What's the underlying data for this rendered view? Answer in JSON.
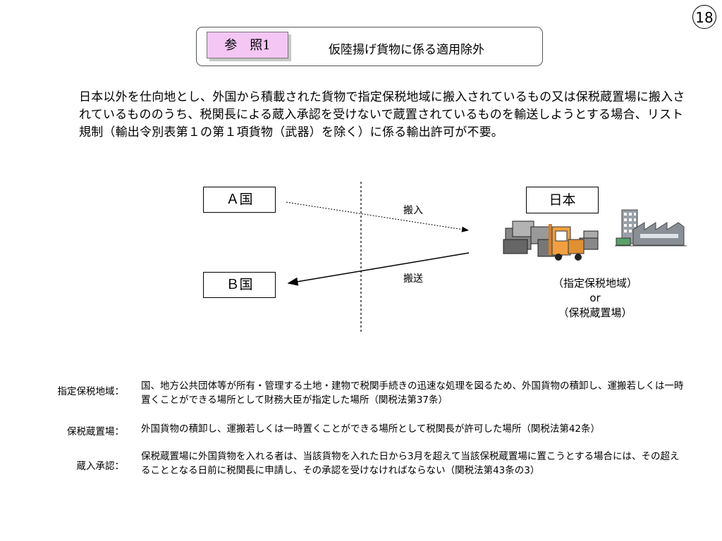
{
  "page_number": "18",
  "header": {
    "ref_label": "参　照1",
    "title": "仮陸揚げ貨物に係る適用除外"
  },
  "intro": "日本以外を仕向地とし、外国から積載された貨物で指定保税地域に搬入されているもの又は保税蔵置場に搬入されているもののうち、税関長による蔵入承認を受けないで蔵置されているものを輸送しようとする場合、リスト規制（輸出令別表第１の第１項貨物（武器）を除く）に係る輸出許可が不要。",
  "diagram": {
    "country_a": "Ａ国",
    "country_b": "Ｂ国",
    "japan": "日本",
    "arrow_in_label": "搬入",
    "arrow_out_label": "搬送",
    "zone_line1": "（指定保税地域）",
    "zone_or": "or",
    "zone_line2": "（保税蔵置場）"
  },
  "definitions": [
    {
      "term": "指定保税地域：",
      "text": "国、地方公共団体等が所有・管理する土地・建物で税関手続きの迅速な処理を図るため、外国貨物の積卸し、運搬若しくは一時置くことができる場所として財務大臣が指定した場所（関税法第37条）"
    },
    {
      "term": "保税蔵置場：",
      "text": "外国貨物の積卸し、運搬若しくは一時置くことができる場所として税関長が許可した場所（関税法第42条）"
    },
    {
      "term": "蔵入承認：",
      "text": "保税蔵置場に外国貨物を入れる者は、当該貨物を入れた日から3月を超えて当該保税蔵置場に置こうとする場合には、その超えることとなる日前に税関長に申請し、その承認を受けなければならない（関税法第43条の3）"
    }
  ],
  "colors": {
    "ref_tag_bg": "#f4c6f4",
    "forklift": "#f0a040",
    "building": "#8a8f96"
  }
}
